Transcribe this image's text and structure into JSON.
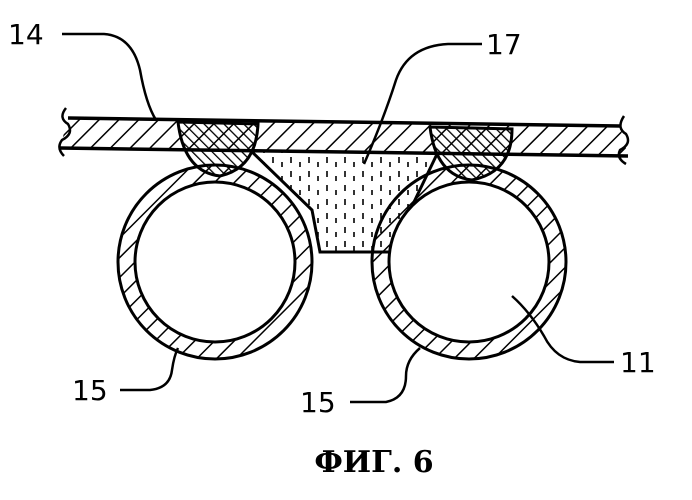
{
  "figure": {
    "caption": "ФИГ. 6",
    "labels": {
      "plate": "14",
      "filler": "17",
      "tube": "11",
      "tube_left": "15",
      "tube_right": "15"
    }
  }
}
